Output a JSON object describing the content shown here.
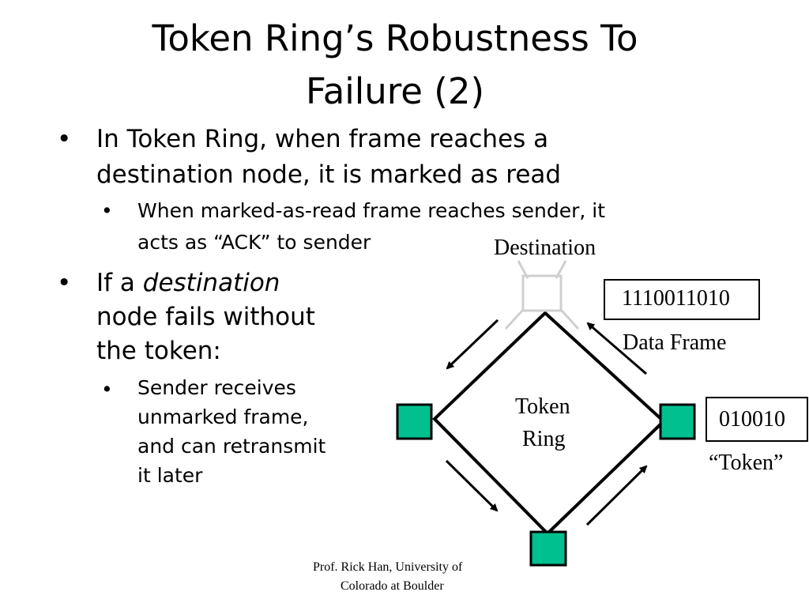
{
  "slide": {
    "title_line1": "Token Ring’s Robustness To",
    "title_line2": "Failure (2)"
  },
  "bullets": {
    "b1": {
      "line1": "In Token Ring, when frame reaches a",
      "line2": "destination node, it is marked as read"
    },
    "b1_sub": {
      "line1": "When marked-as-read frame reaches sender, it",
      "line2": "acts as “ACK” to sender"
    },
    "b2": {
      "line1_pre": "If a ",
      "line1_em": "destination",
      "line2": "node fails without",
      "line3": "the token:"
    },
    "b2_sub": {
      "line1": "Sender receives",
      "line2": "unmarked frame,",
      "line3": "and can retransmit",
      "line4": "it later"
    }
  },
  "diagram": {
    "destination_label": "Destination",
    "data_frame_bits": "1110011010",
    "data_frame_label": "Data Frame",
    "ring_label_line1": "Token",
    "ring_label_line2": "Ring",
    "token_bits": "010010",
    "token_label": "“Token”",
    "node_color": "#00c08f"
  },
  "footer": {
    "line1": "Prof. Rick Han, University of",
    "line2": "Colorado at Boulder"
  }
}
